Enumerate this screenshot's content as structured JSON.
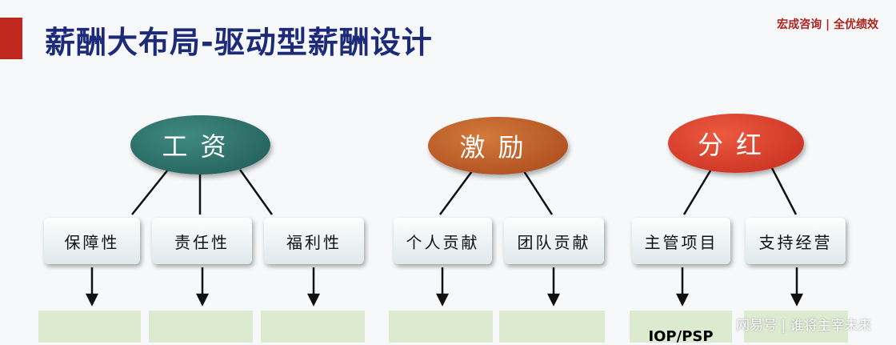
{
  "header": {
    "title": "薪酬大布局-驱动型薪酬设计",
    "logo": "宏成咨询 | 全优绩效"
  },
  "groups": [
    {
      "label": "工资",
      "color": "#1f5a55",
      "items": [
        "保障性",
        "责任性",
        "福利性"
      ]
    },
    {
      "label": "激励",
      "color": "#a8461a",
      "items": [
        "个人贡献",
        "团队贡献"
      ]
    },
    {
      "label": "分红",
      "color": "#c42a1c",
      "items": [
        "主管项目",
        "支持经营"
      ]
    }
  ],
  "bottom_partial_text": "IOP/PSP",
  "watermark": "网易号 | 谁将主宰未来"
}
